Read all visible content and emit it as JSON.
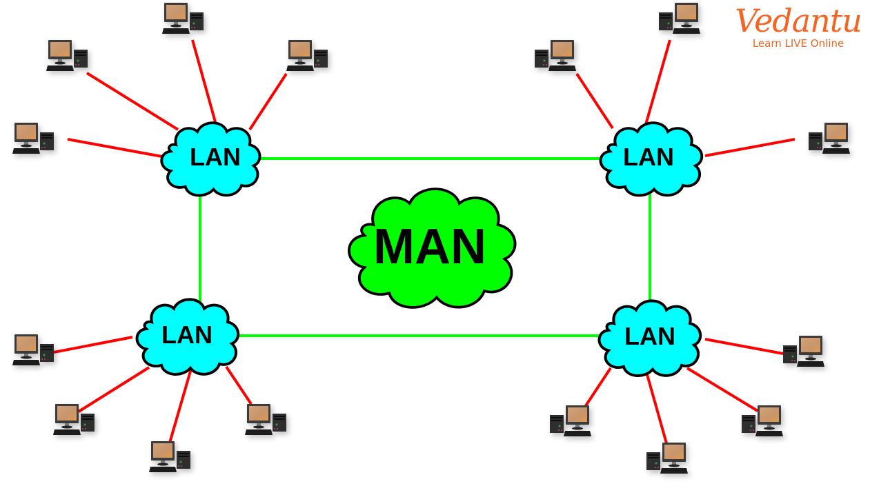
{
  "title": "MAN network diagram",
  "logo": {
    "brand": "Vedantu",
    "tagline": "Learn LIVE Online",
    "color": "#f26522"
  },
  "colors": {
    "lan_fill": "#00ffff",
    "man_fill": "#00ff00",
    "cloud_stroke": "#000000",
    "lan_link": "#ff0000",
    "man_link": "#00ff00",
    "screen": "#c8956a"
  },
  "man": {
    "label": "MAN"
  },
  "lans": [
    {
      "id": "lan-top-left",
      "label": "LAN",
      "computers": 4
    },
    {
      "id": "lan-top-right",
      "label": "LAN",
      "computers": 3
    },
    {
      "id": "lan-bottom-left",
      "label": "LAN",
      "computers": 4
    },
    {
      "id": "lan-bottom-right",
      "label": "LAN",
      "computers": 4
    }
  ],
  "man_links": [
    {
      "from": "lan-top-left",
      "to": "lan-top-right"
    },
    {
      "from": "lan-top-right",
      "to": "lan-bottom-right"
    },
    {
      "from": "lan-bottom-right",
      "to": "lan-bottom-left"
    },
    {
      "from": "lan-bottom-left",
      "to": "lan-top-left"
    }
  ]
}
